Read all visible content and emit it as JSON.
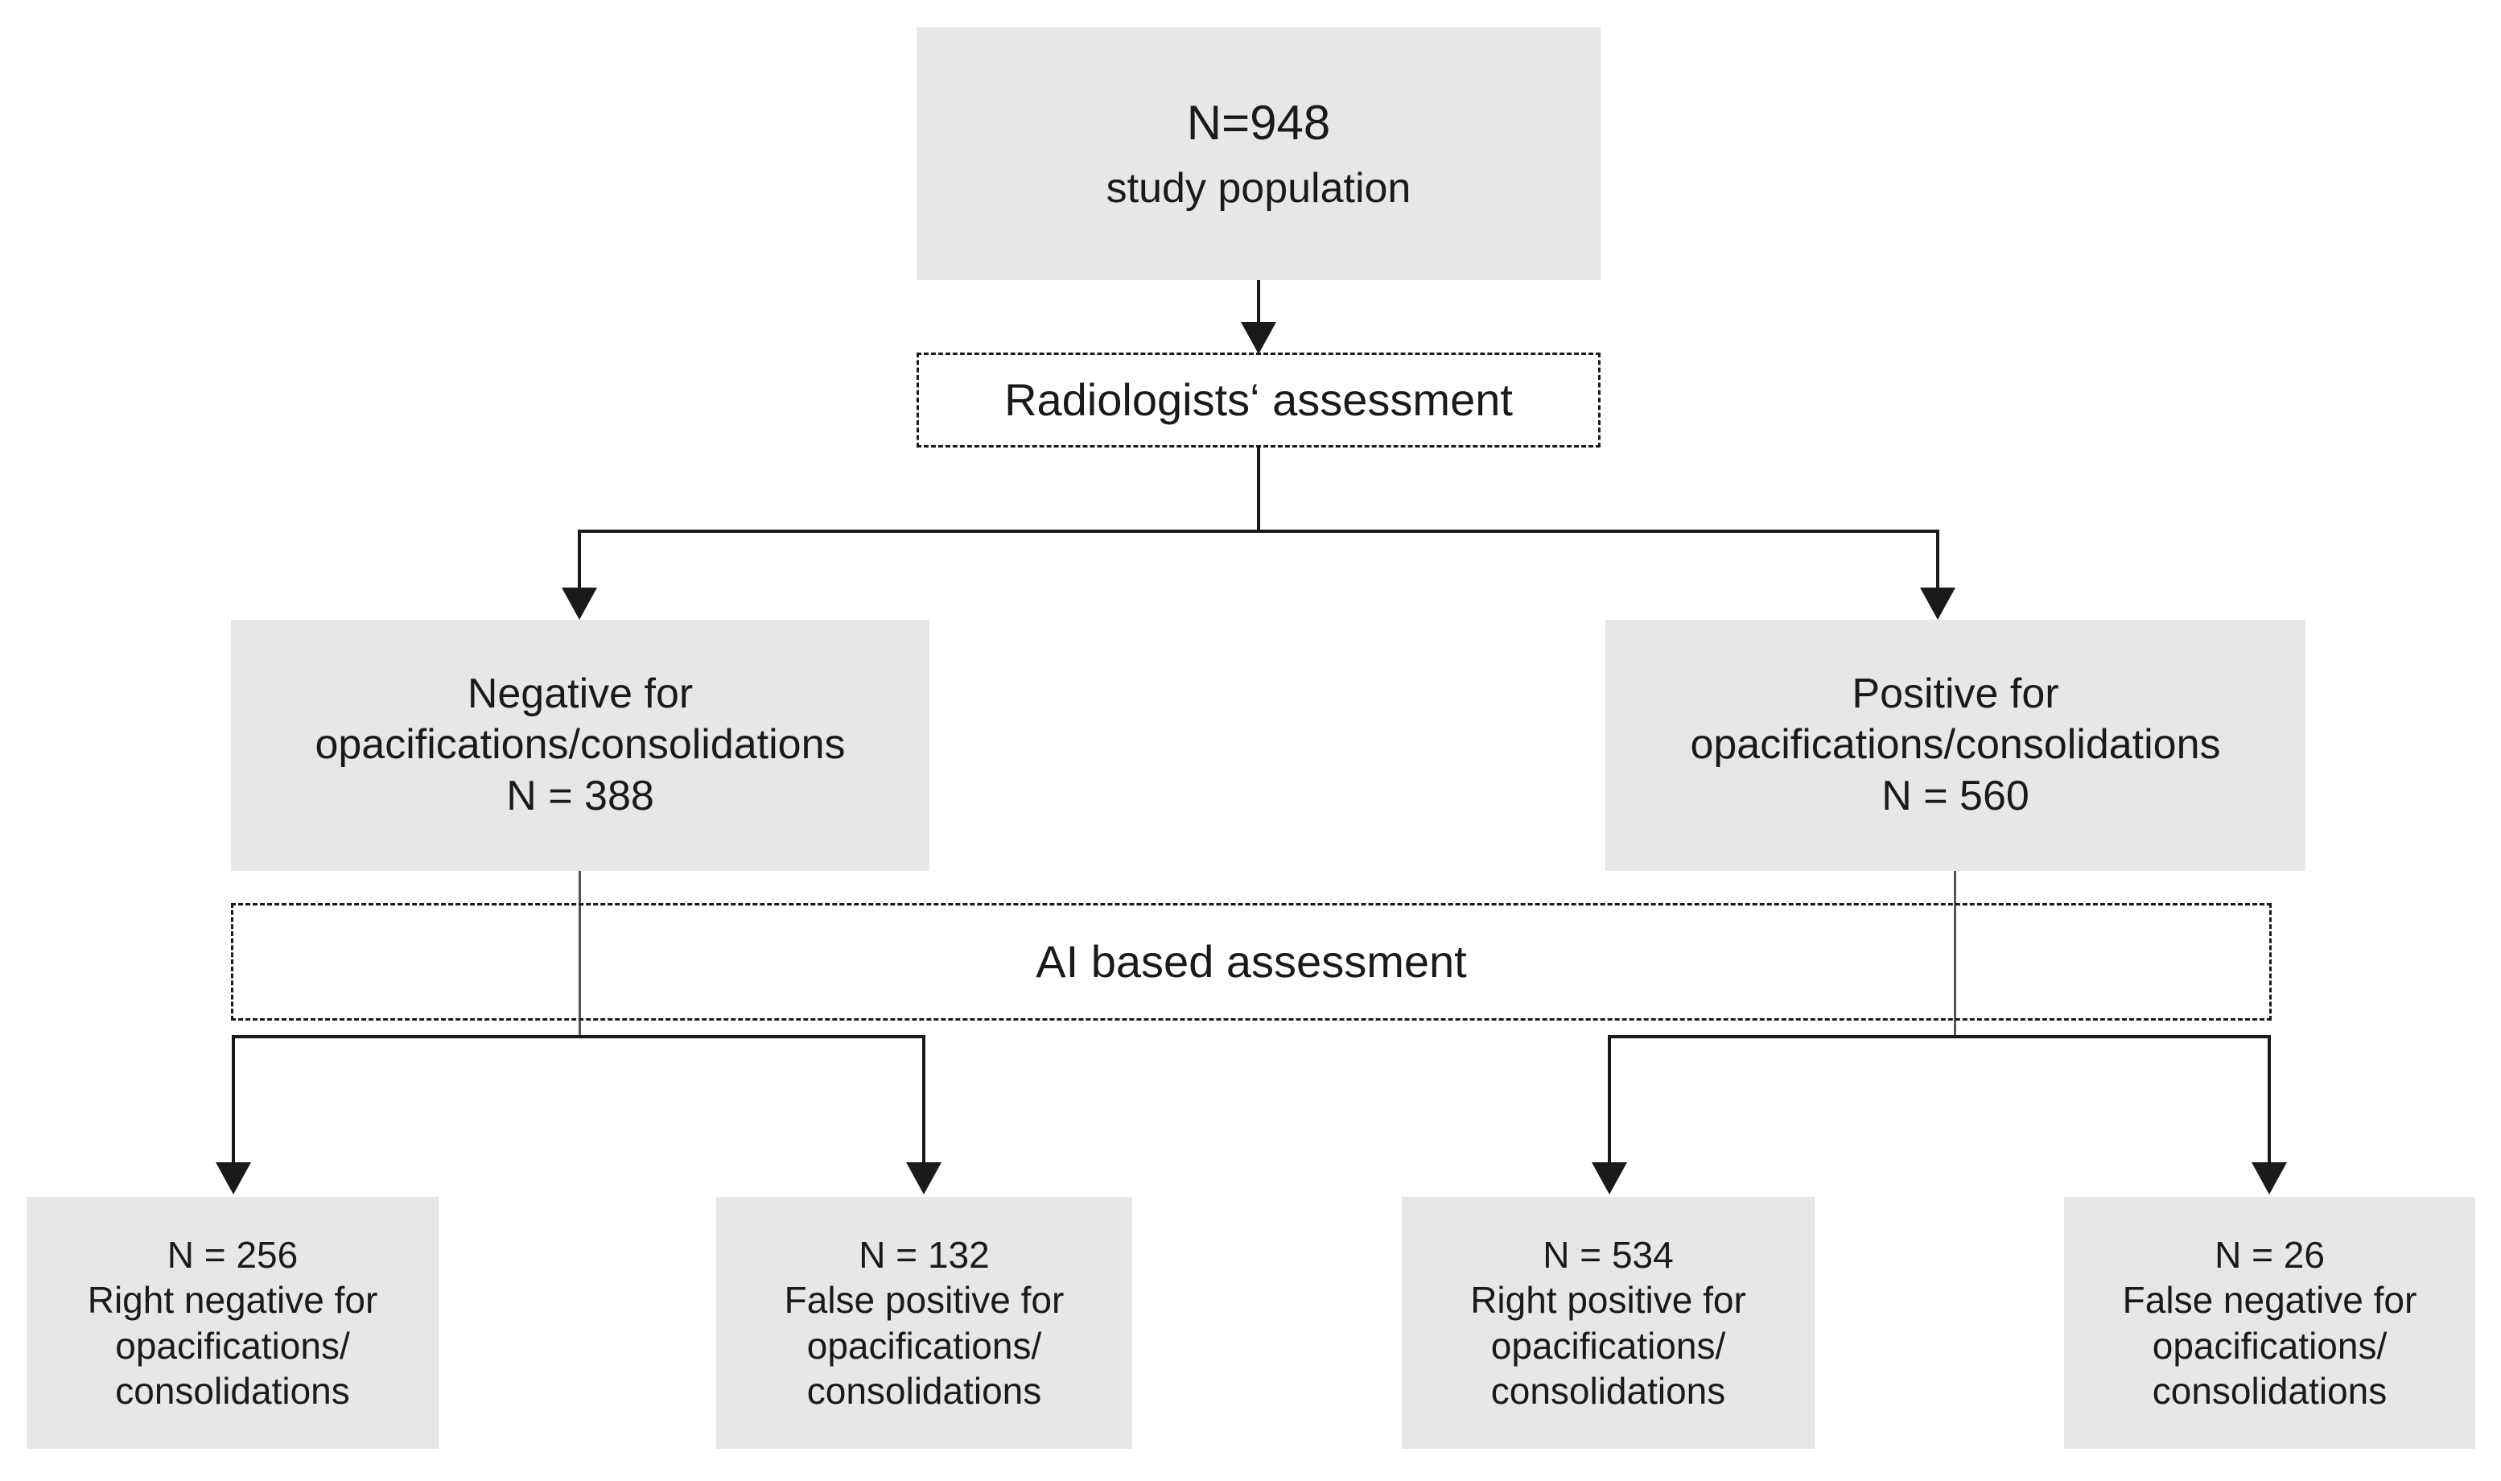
{
  "diagram": {
    "title_text": "N=948",
    "colors": {
      "box_fill": "#e7e7e7",
      "line": "#1a1a1a",
      "text": "#1a1a1a",
      "background": "#ffffff"
    },
    "root": {
      "count_label": "N=948",
      "description": "study population"
    },
    "stage1": {
      "label": "Radiologists‘ assessment"
    },
    "level2": {
      "left": {
        "line1": "Negative for",
        "line2": "opacifications/consolidations",
        "count": "N = 388"
      },
      "right": {
        "line1": "Positive for",
        "line2": "opacifications/consolidations",
        "count": "N = 560"
      }
    },
    "stage2": {
      "label": "AI based assessment"
    },
    "outcomes": [
      {
        "count": "N = 256",
        "line1": "Right negative for",
        "line2": "opacifications/",
        "line3": "consolidations"
      },
      {
        "count": "N = 132",
        "line1": "False positive for",
        "line2": "opacifications/",
        "line3": "consolidations"
      },
      {
        "count": "N = 534",
        "line1": "Right positive for",
        "line2": "opacifications/",
        "line3": "consolidations"
      },
      {
        "count": "N = 26",
        "line1": "False negative for",
        "line2": "opacifications/",
        "line3": "consolidations"
      }
    ]
  }
}
